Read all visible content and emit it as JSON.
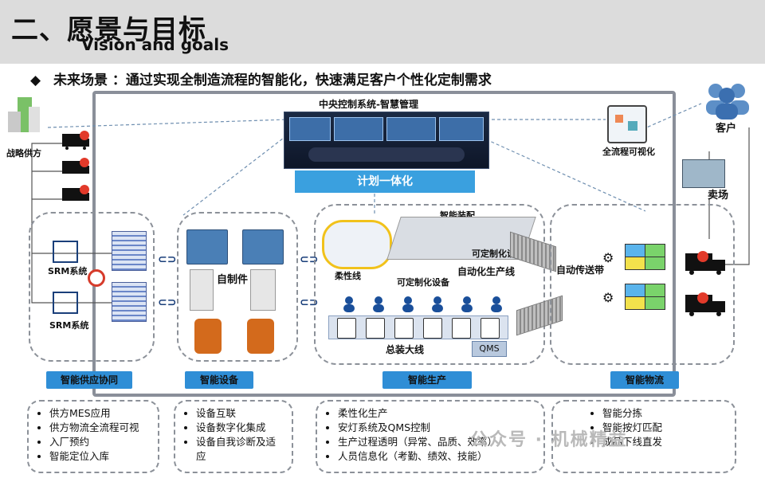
{
  "header": {
    "title_cn": "二、愿景与目标",
    "title_en": "Vision and goals",
    "subtitle_marker": "◆",
    "subtitle": "未来场景 ：通过实现全制造流程的智能化，快速满足客户个性化定制需求"
  },
  "top": {
    "central_control": "中央控制系统-智慧管理",
    "plan_integration": "计划一体化",
    "visualization": "全流程可视化",
    "customer": "客户",
    "store": "卖场",
    "supplier": "战略供方"
  },
  "zones": {
    "supply": {
      "srm1": "SRM系统",
      "srm2": "SRM系统",
      "tag": "智能供应协同"
    },
    "equipment": {
      "self_made": "自制件",
      "tag": "智能设备"
    },
    "production": {
      "smart_assembly": "智能装配",
      "flexible_line": "柔性线",
      "custom_device_1": "可定制化设备",
      "custom_device_2": "可定制化设备",
      "auto_line": "自动化生产线",
      "final_line": "总装大线",
      "qms": "QMS",
      "tag": "智能生产"
    },
    "logistics": {
      "conveyor": "自动传送带",
      "tag": "智能物流"
    }
  },
  "bullets": {
    "supply": [
      "供方MES应用",
      "供方物流全流程可视",
      "入厂预约",
      "智能定位入库"
    ],
    "equipment": [
      "设备互联",
      "设备数字化集成",
      "设备自我诊断及适应"
    ],
    "production": [
      "柔性化生产",
      "安灯系统及QMS控制",
      "生产过程透明（异常、品质、效率）",
      "人员信息化（考勤、绩效、技能）"
    ],
    "logistics": [
      "智能分拣",
      "智能按灯匹配",
      "成品下线直发"
    ]
  },
  "watermark": "公众号 · 机械精益",
  "colors": {
    "accent_blue": "#2f8ed6",
    "frame_gray": "#8a8f99",
    "header_gray": "#dcdcdc"
  }
}
